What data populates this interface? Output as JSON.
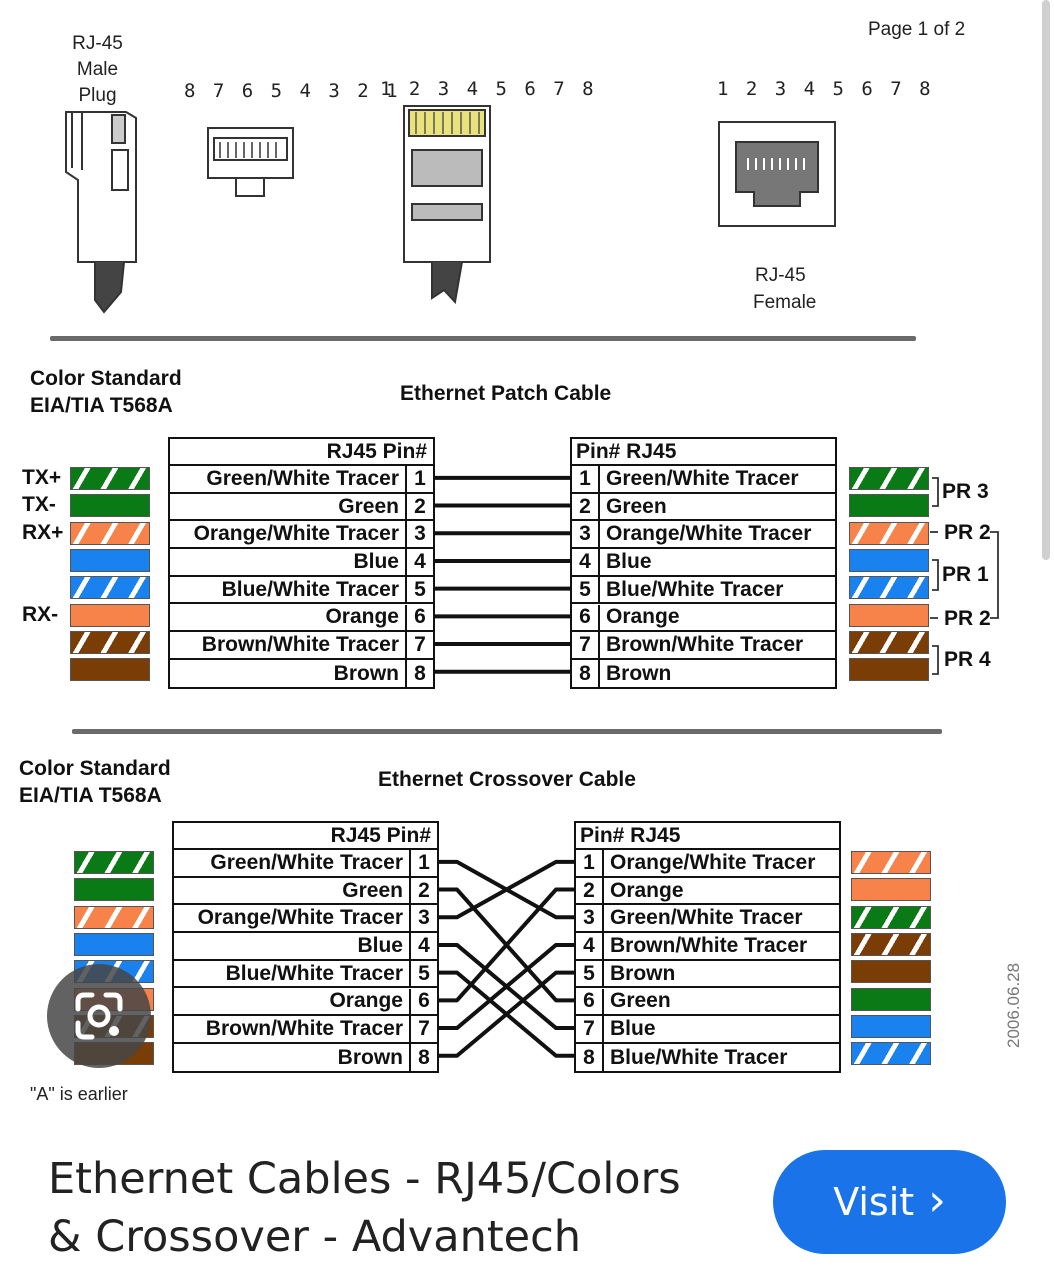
{
  "header": {
    "page_indicator": "Page 1 of 2",
    "male_plug_label_1": "RJ-45 Male",
    "male_plug_label_2": "Plug",
    "pins_desc": "8 7 6 5 4 3 2 1",
    "pins_asc": "1 2 3 4 5 6 7 8",
    "jack_pins": "1 2 3 4 5 6 7 8",
    "female_label_1": "RJ-45",
    "female_label_2": "Female"
  },
  "colors": {
    "green": "#0a7a16",
    "orange": "#f7824a",
    "blue": "#1a82ee",
    "brown": "#7a3d06",
    "white": "#ffffff",
    "button_blue": "#1a73e8"
  },
  "patch": {
    "standard_line1": "Color  Standard",
    "standard_line2": "EIA/TIA T568A",
    "title": "Ethernet Patch Cable",
    "left_header": "RJ45  Pin#",
    "right_header": "Pin#  RJ45",
    "side_labels": [
      "TX+",
      "TX-",
      "RX+",
      "",
      "",
      "RX-",
      "",
      ""
    ],
    "left_rows": [
      {
        "name": "Green/White Tracer",
        "pin": "1"
      },
      {
        "name": "Green",
        "pin": "2"
      },
      {
        "name": "Orange/White Tracer",
        "pin": "3"
      },
      {
        "name": "Blue",
        "pin": "4"
      },
      {
        "name": "Blue/White Tracer",
        "pin": "5"
      },
      {
        "name": "Orange",
        "pin": "6"
      },
      {
        "name": "Brown/White Tracer",
        "pin": "7"
      },
      {
        "name": "Brown",
        "pin": "8"
      }
    ],
    "right_rows": [
      {
        "pin": "1",
        "name": "Green/White Tracer"
      },
      {
        "pin": "2",
        "name": "Green"
      },
      {
        "pin": "3",
        "name": "Orange/White Tracer"
      },
      {
        "pin": "4",
        "name": "Blue"
      },
      {
        "pin": "5",
        "name": "Blue/White Tracer"
      },
      {
        "pin": "6",
        "name": "Orange"
      },
      {
        "pin": "7",
        "name": "Brown/White Tracer"
      },
      {
        "pin": "8",
        "name": "Brown"
      }
    ],
    "left_swatches": [
      "green-stripe",
      "green",
      "orange-stripe",
      "blue",
      "blue-stripe",
      "orange",
      "brown-stripe",
      "brown"
    ],
    "right_swatches": [
      "green-stripe",
      "green",
      "orange-stripe",
      "blue",
      "blue-stripe",
      "orange",
      "brown-stripe",
      "brown"
    ],
    "pair_labels": {
      "pr3": "PR 3",
      "pr2a": "PR 2",
      "pr1": "PR 1",
      "pr2b": "PR 2",
      "pr4": "PR 4"
    }
  },
  "crossover": {
    "standard_line1": "Color  Standard",
    "standard_line2": "EIA/TIA T568A",
    "title": "Ethernet Crossover Cable",
    "left_header": "RJ45  Pin#",
    "right_header": "Pin#  RJ45",
    "left_rows": [
      {
        "name": "Green/White Tracer",
        "pin": "1"
      },
      {
        "name": "Green",
        "pin": "2"
      },
      {
        "name": "Orange/White Tracer",
        "pin": "3"
      },
      {
        "name": "Blue",
        "pin": "4"
      },
      {
        "name": "Blue/White Tracer",
        "pin": "5"
      },
      {
        "name": "Orange",
        "pin": "6"
      },
      {
        "name": "Brown/White Tracer",
        "pin": "7"
      },
      {
        "name": "Brown",
        "pin": "8"
      }
    ],
    "right_rows": [
      {
        "pin": "1",
        "name": "Orange/White Tracer"
      },
      {
        "pin": "2",
        "name": "Orange"
      },
      {
        "pin": "3",
        "name": "Green/White Tracer"
      },
      {
        "pin": "4",
        "name": "Brown/White Tracer"
      },
      {
        "pin": "5",
        "name": "Brown"
      },
      {
        "pin": "6",
        "name": "Green"
      },
      {
        "pin": "7",
        "name": "Blue"
      },
      {
        "pin": "8",
        "name": "Blue/White Tracer"
      }
    ],
    "left_swatches": [
      "green-stripe",
      "green",
      "orange-stripe",
      "blue",
      "blue-stripe",
      "orange",
      "brown-stripe",
      "brown"
    ],
    "right_swatches": [
      "orange-stripe",
      "orange",
      "green-stripe",
      "brown-stripe",
      "brown",
      "green",
      "blue",
      "blue-stripe"
    ],
    "wire_map": [
      3,
      6,
      1,
      7,
      8,
      2,
      4,
      5
    ],
    "footnote": "\"A\" is earlier"
  },
  "side_date": "2006.06.28",
  "footer": {
    "title_line1": "Ethernet Cables - RJ45/Colors",
    "title_line2": "& Crossover - Advantech",
    "visit_label": "Visit",
    "visit_chevron": "›",
    "lens_icon": "google-lens-icon"
  }
}
